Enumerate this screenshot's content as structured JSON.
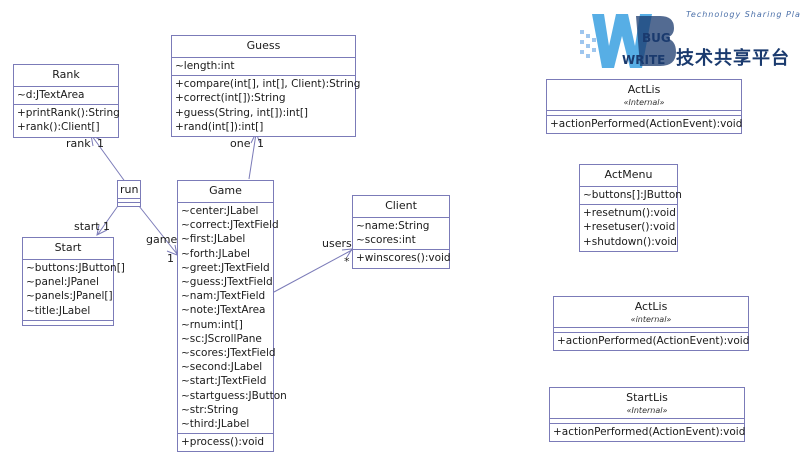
{
  "watermark": {
    "tagline": "Technology Sharing Platform",
    "brand_top": "BUG",
    "brand_bottom": "WRITE",
    "chinese": "技术共享平台",
    "colors": {
      "primary": "#1a3a6e",
      "accent": "#3aa0e0",
      "light": "#9fc6ee"
    }
  },
  "classes": {
    "rank": {
      "name": "Rank",
      "attrs": [
        "~d:JTextArea"
      ],
      "ops": [
        "+printRank():String",
        "+rank():Client[]"
      ]
    },
    "guess": {
      "name": "Guess",
      "attrs": [
        "~length:int"
      ],
      "ops": [
        "+compare(int[], int[], Client):String",
        "+correct(int[]):String",
        "+guess(String, int[]):int[]",
        "+rand(int[]):int[]"
      ]
    },
    "start": {
      "name": "Start",
      "attrs": [
        "~buttons:JButton[]",
        "~panel:JPanel",
        "~panels:JPanel[]",
        "~title:JLabel"
      ],
      "ops": []
    },
    "game": {
      "name": "Game",
      "attrs": [
        "~center:JLabel",
        "~correct:JTextField",
        "~first:JLabel",
        "~forth:JLabel",
        "~greet:JTextField",
        "~guess:JTextField",
        "~nam:JTextField",
        "~note:JTextArea",
        "~rnum:int[]",
        "~sc:JScrollPane",
        "~scores:JTextField",
        "~second:JLabel",
        "~start:JTextField",
        "~startguess:JButton",
        "~str:String",
        "~third:JLabel"
      ],
      "ops": [
        "+process():void"
      ]
    },
    "client": {
      "name": "Client",
      "attrs": [
        "~name:String",
        "~scores:int"
      ],
      "ops": [
        "+winscores():void"
      ]
    },
    "actlis1": {
      "name": "ActLis",
      "stereotype": "«Internal»",
      "attrs": [],
      "ops": [
        "+actionPerformed(ActionEvent):void"
      ]
    },
    "actmenu": {
      "name": "ActMenu",
      "attrs": [
        "~buttons[]:JButton"
      ],
      "ops": [
        "+resetnum():void",
        "+resetuser():void",
        "+shutdown():void"
      ]
    },
    "actlis2": {
      "name": "ActLis",
      "stereotype": "«internal»",
      "attrs": [],
      "ops": [
        "+actionPerformed(ActionEvent):void"
      ]
    },
    "startlis": {
      "name": "StartLis",
      "stereotype": "«Internal»",
      "attrs": [],
      "ops": [
        "+actionPerformed(ActionEvent):void"
      ]
    }
  },
  "run": {
    "name": "run"
  },
  "roles": {
    "rank_role": "rank",
    "rank_mult": "1",
    "start_role": "start",
    "start_mult": "1",
    "game_role": "game",
    "game_mult": "1",
    "guess_role": "one",
    "guess_mult": "1",
    "users_role": "users",
    "users_mult": "*"
  }
}
